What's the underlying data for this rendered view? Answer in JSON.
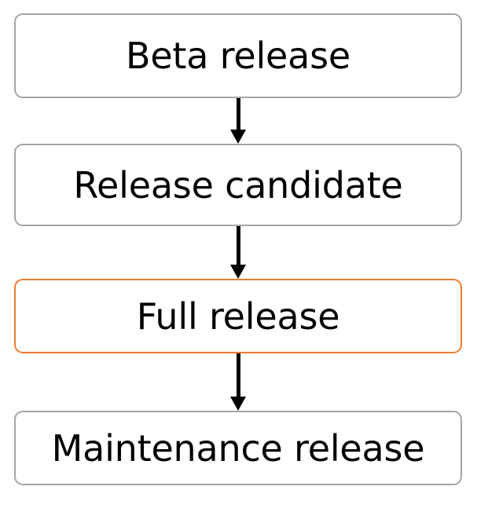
{
  "diagram": {
    "type": "flowchart",
    "orientation": "vertical-top-to-bottom",
    "background_color": "#FFFFFF",
    "default_border_color": "#A5A5A5",
    "highlight_border_color": "#ED7D31",
    "text_color": "#000000",
    "connector_color": "#000000",
    "nodes": [
      {
        "id": "beta",
        "label": "Beta release",
        "highlighted": false
      },
      {
        "id": "rc",
        "label": "Release candidate",
        "highlighted": false
      },
      {
        "id": "full",
        "label": "Full release",
        "highlighted": true
      },
      {
        "id": "maintenance",
        "label": "Maintenance release",
        "highlighted": false
      }
    ],
    "connectors": [
      {
        "id": "arrow-1",
        "from": "beta",
        "to": "rc",
        "style": "solid-arrow-down"
      },
      {
        "id": "arrow-2",
        "from": "rc",
        "to": "full",
        "style": "solid-arrow-down"
      },
      {
        "id": "arrow-3",
        "from": "full",
        "to": "maintenance",
        "style": "solid-arrow-down"
      }
    ]
  }
}
